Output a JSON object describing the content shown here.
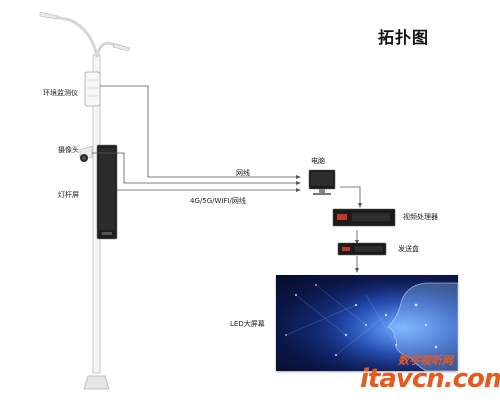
{
  "title": "拓扑图",
  "labels": {
    "env_monitor": "环境监测仪",
    "camera": "摄像头",
    "pole_screen": "灯杆屏",
    "cable_top": "网线",
    "cable_bottom": "4G/5G/WIFI/网线",
    "computer": "电脑",
    "video_processor": "视频处理器",
    "sender_box": "发送盒",
    "led_screen": "LED大屏幕"
  },
  "watermark": {
    "cn": "数字视听网",
    "en": "itavcn.com"
  },
  "colors": {
    "pole": "#f3f3f3",
    "line": "#555555",
    "device_dark": "#1b1b1b",
    "screen_blue": "#1d3fa8",
    "watermark": "#e65a1e"
  }
}
